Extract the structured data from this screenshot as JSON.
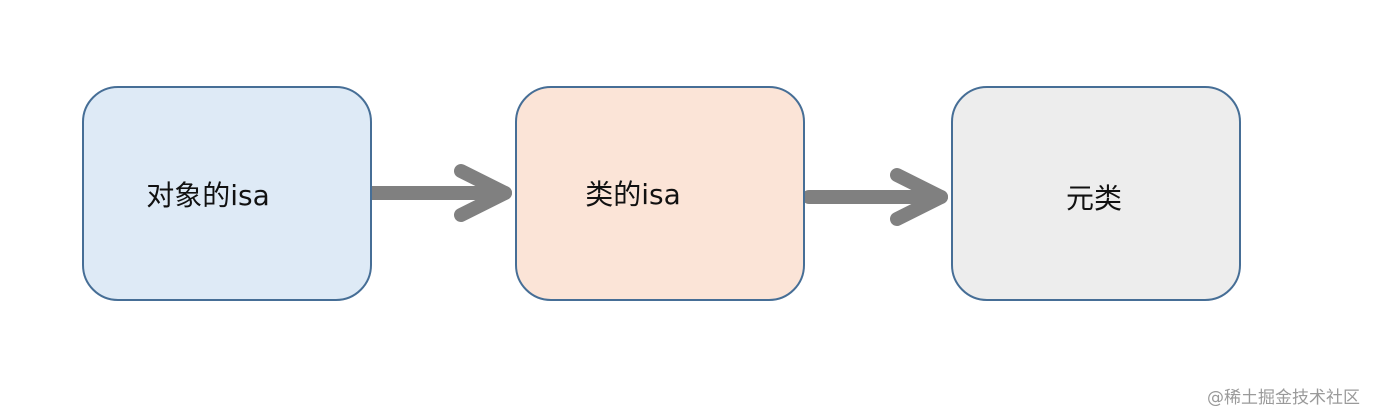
{
  "nodes": [
    {
      "id": "object-isa",
      "label": "对象的isa",
      "fill": "#deeaf6"
    },
    {
      "id": "class-isa",
      "label": "类的isa",
      "fill": "#fbe4d7"
    },
    {
      "id": "metaclass",
      "label": "元类",
      "fill": "#ededed"
    }
  ],
  "edges": [
    {
      "from": "object-isa",
      "to": "class-isa"
    },
    {
      "from": "class-isa",
      "to": "metaclass"
    }
  ],
  "colors": {
    "border": "#466e96",
    "arrow": "#808080",
    "watermark": "#9a9a9a"
  },
  "watermark": "@稀土掘金技术社区"
}
